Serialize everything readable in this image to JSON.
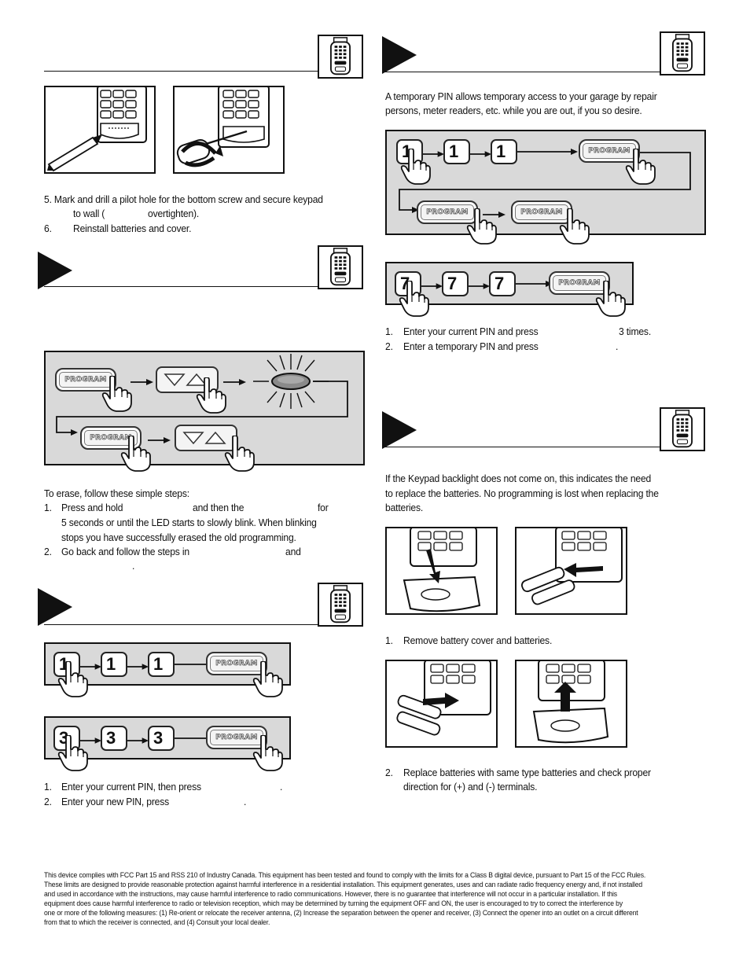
{
  "left": {
    "mount": {
      "step5_line1": "5.  Mark and drill a pilot hole for the bottom screw and secure keypad",
      "step5_line2": "to wall (",
      "step5_line2b": "overtighten).",
      "step6_num": "6.",
      "step6_text": "Reinstall batteries and cover."
    },
    "erase": {
      "intro": "To erase, follow these simple steps:",
      "s1_num": "1.",
      "s1_a": "Press and hold",
      "s1_b": "and then the",
      "s1_c": "for",
      "s1_line2": "5 seconds or until the LED starts to slowly blink. When blinking",
      "s1_line3": "stops you have successfully erased the old programming.",
      "s2_num": "2.",
      "s2_a": "Go back and follow the steps in",
      "s2_b": "and",
      "s2_dot": ".",
      "program_label": "PROGRAM"
    },
    "change_pin": {
      "row1": [
        "1",
        "1",
        "1"
      ],
      "row2": [
        "3",
        "3",
        "3"
      ],
      "program_label": "PROGRAM",
      "s1_num": "1.",
      "s1_text": "Enter your current PIN, then press",
      "s1_dot": ".",
      "s2_num": "2.",
      "s2_text": "Enter your new PIN, press",
      "s2_dot": "."
    }
  },
  "right": {
    "temp_pin": {
      "intro_line1": "A temporary PIN allows temporary access to your garage by repair",
      "intro_line2": "persons, meter readers, etc. while you are out, if you so desire.",
      "row1": [
        "1",
        "1",
        "1"
      ],
      "row2": [
        "7",
        "7",
        "7"
      ],
      "program_label": "PROGRAM",
      "s1_num": "1.",
      "s1_text": "Enter your current PIN and press",
      "s1_tail": "3 times.",
      "s2_num": "2.",
      "s2_text": "Enter a temporary PIN and press",
      "s2_dot": "."
    },
    "battery": {
      "intro_line1": "If the Keypad backlight does not come on, this indicates the need",
      "intro_line2": "to replace the batteries. No programming is lost when replacing the",
      "intro_line3": "batteries.",
      "s1_num": "1.",
      "s1_text": "Remove battery cover and batteries.",
      "s2_num": "2.",
      "s2_line1": "Replace batteries with same type batteries and check proper",
      "s2_line2": "direction for (+) and (-) terminals."
    }
  },
  "fcc": {
    "line1": "This device complies with FCC Part 15 and RSS 210 of Industry Canada. This equipment has been tested and found to comply with the limits for a Class B digital device, pursuant to Part 15 of the FCC Rules.",
    "line2": "These limits are designed to provide reasonable protection against harmful interference in a residential installation. This equipment generates, uses and can radiate radio frequency energy and, if not installed",
    "line3": "and used in accordance with the instructions, may cause harmful interference to radio communications. However, there is no guarantee that interference will not occur in a particular installation. If this",
    "line4": "equipment does cause harmful interference to radio or television reception, which may be determined by turning the  equipment OFF and ON, the user is encouraged to try to correct the interference by",
    "line5": "one or more of the following measures: (1) Re-orient or relocate the receiver antenna, (2) Increase the separation between the opener and receiver, (3) Connect the opener into an outlet on a circuit different",
    "line6": "from that to which the receiver is connected, and (4) Consult your local dealer."
  }
}
